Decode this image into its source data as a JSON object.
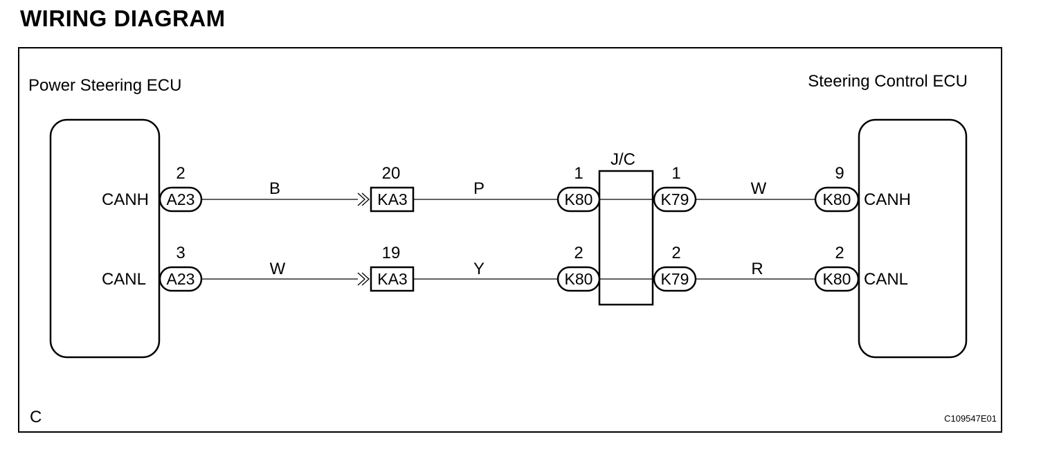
{
  "title": "WIRING DIAGRAM",
  "left_ecu": {
    "name": "Power Steering ECU"
  },
  "right_ecu": {
    "name": "Steering Control ECU"
  },
  "junction": {
    "label": "J/C"
  },
  "circuits": [
    {
      "signal": "CANH",
      "left_pin": "2",
      "left_connector": "A23",
      "wire1_color": "B",
      "inline_pin": "20",
      "inline_connector": "KA3",
      "wire2_color": "P",
      "jc_in_pin": "1",
      "jc_in_connector": "K80",
      "jc_out_pin": "1",
      "jc_out_connector": "K79",
      "wire3_color": "W",
      "right_pin": "9",
      "right_connector": "K80",
      "right_signal": "CANH"
    },
    {
      "signal": "CANL",
      "left_pin": "3",
      "left_connector": "A23",
      "wire1_color": "W",
      "inline_pin": "19",
      "inline_connector": "KA3",
      "wire2_color": "Y",
      "jc_in_pin": "2",
      "jc_in_connector": "K80",
      "jc_out_pin": "2",
      "jc_out_connector": "K79",
      "wire3_color": "R",
      "right_pin": "2",
      "right_connector": "K80",
      "right_signal": "CANL"
    }
  ],
  "frame_letter": "C",
  "figure_id": "C109547E01"
}
